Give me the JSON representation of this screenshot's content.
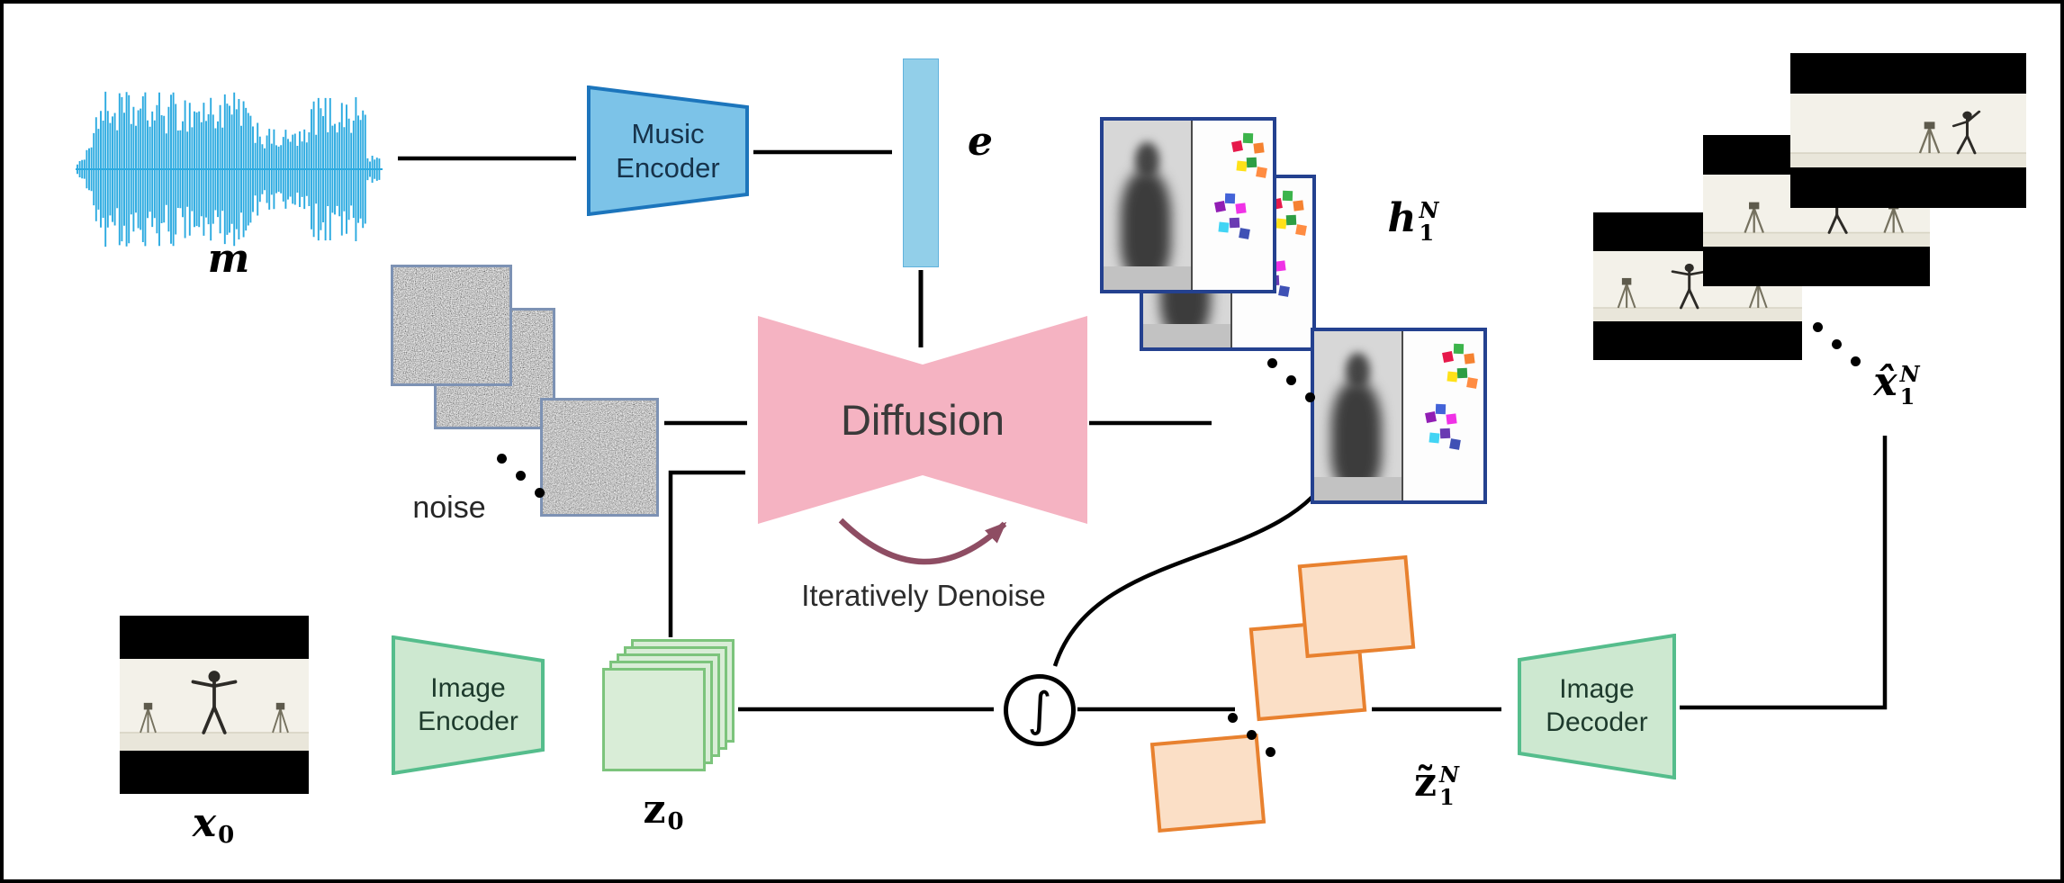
{
  "diagram": {
    "labels": {
      "music_input": "m",
      "embedding": "e",
      "noise": "noise",
      "diffusion": "Diffusion",
      "denoise_caption": "Iteratively Denoise",
      "integral": "∫",
      "input_frame": {
        "base": "x",
        "sub": "0"
      },
      "latent": {
        "base": "z",
        "sub": "0"
      },
      "pose_stack": {
        "base": "h",
        "sub": "1",
        "sup": "N"
      },
      "denoised_latent": {
        "base": "z̃",
        "sub": "1",
        "sup": "N"
      },
      "output_frames": {
        "base": "x̂",
        "sub": "1",
        "sup": "N"
      }
    },
    "blocks": {
      "music_encoder": {
        "line1": "Music",
        "line2": "Encoder"
      },
      "image_encoder": {
        "line1": "Image",
        "line2": "Encoder"
      },
      "image_decoder": {
        "line1": "Image",
        "line2": "Decoder"
      }
    },
    "colors": {
      "waveform": "#2BAAE0",
      "music_encoder_fill": "#7CC3E8",
      "music_encoder_stroke": "#1C75BC",
      "embedding_bar_fill": "#92CFE9",
      "embedding_bar_stroke": "#60B2DC",
      "diffusion_fill": "#F5B3C2",
      "denoise_arrow": "#8E4D63",
      "green_fill": "#CDE8D0",
      "green_stroke": "#55BD8C",
      "latent_fill": "#D9EDD7",
      "latent_stroke": "#7CC47C",
      "orange_fill": "#FBDFC6",
      "orange_stroke": "#E8812F",
      "pose_frame_border": "#24418F",
      "noise_border": "#7D92B4"
    }
  }
}
